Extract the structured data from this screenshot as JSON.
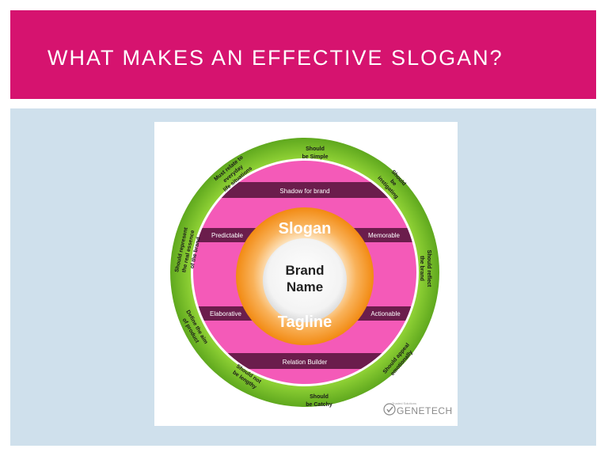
{
  "slide": {
    "title": "WHAT MAKES AN EFFECTIVE SLOGAN?"
  },
  "diagram": {
    "center": {
      "line1": "Brand",
      "line2": "Name"
    },
    "inner_ring": {
      "top": "Slogan",
      "bottom": "Tagline"
    },
    "bands": {
      "shadow": "Shadow for brand",
      "predictable": "Predictable",
      "memorable": "Memorable",
      "elaborative": "Elaborative",
      "actionable": "Actionable",
      "relation": "Relation Builder"
    },
    "outer_ring": {
      "simple": [
        "Should",
        "be Simple"
      ],
      "instigating": [
        "Should",
        "be",
        "instigating"
      ],
      "reflect": [
        "Should reflect",
        "the brand"
      ],
      "appeal": [
        "Should appeal",
        "emotionally"
      ],
      "catchy": [
        "Should",
        "be Catchy"
      ],
      "lengthy": [
        "Should not",
        "be lengthy"
      ],
      "aim": [
        "Define the aim",
        "of product"
      ],
      "essence": [
        "Should represent",
        "the real essence",
        "of the brand"
      ],
      "relate": [
        "Must relate to",
        "everyday",
        "life situations"
      ]
    },
    "logo": {
      "tagline": "Trusted Solutions",
      "name": "GENETECH"
    },
    "colors": {
      "title_bar": "#d6136f",
      "panel": "#cfe0ec",
      "outer_ring": "#7fc62a",
      "pink": "#f45ab8",
      "band": "#6b1d4c",
      "orange": "#f7941d"
    }
  }
}
